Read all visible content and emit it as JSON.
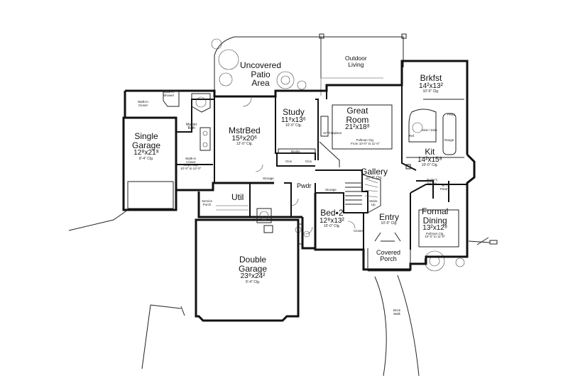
{
  "rooms": {
    "uncovered_patio": {
      "name_line1": "Uncovered",
      "name_line2": "Patio",
      "name_line3": "Area"
    },
    "outdoor_living": {
      "name_line1": "Outdoor",
      "name_line2": "Living"
    },
    "brkfst": {
      "name": "Brkfst",
      "dims": "14²x13²",
      "note": "10'-0\" Clg."
    },
    "great_room": {
      "name_line1": "Great",
      "name_line2": "Room",
      "dims": "21²x18⁸",
      "note1": "Pullman Clg.",
      "note2": "From 10'-0\" to 11'-0\"",
      "fireplace": "42\" Fireplace"
    },
    "study": {
      "name": "Study",
      "dims": "11⁸x13⁶",
      "note": "10'-0\" Clg."
    },
    "mstr_bed": {
      "name": "MstrBed",
      "dims": "15⁸x20⁶",
      "note": "12'-0\" Clg."
    },
    "master_bath": {
      "name_line1": "Master",
      "name_line2": "Bath"
    },
    "walk_in_shower": {
      "name_line1": "Walk-in",
      "name_line2": "Shower"
    },
    "walk_in_closet_top": {
      "name_line1": "Walk-in",
      "name_line2": "Closet"
    },
    "walk_in_closet_bottom": {
      "name_line1": "Walk-in",
      "name_line2": "Closet",
      "note1": "Slope Clg.",
      "note2": "10'-0\" to 12'-0\""
    },
    "single_garage": {
      "name_line1": "Single",
      "name_line2": "Garage",
      "dims": "12⁸x21⁸",
      "note": "8'-4\" Clg."
    },
    "kit": {
      "name": "Kit",
      "dims": "14²x15⁸",
      "note": "10'-0\" Clg."
    },
    "sink_dish": {
      "text": "Sink / Dish"
    },
    "range": {
      "text": "Range"
    },
    "pantry": {
      "text": "Pntry"
    },
    "gallery": {
      "name": "Gallery",
      "note": "10'-0\" Clg."
    },
    "util": {
      "name": "Util"
    },
    "storage_util": {
      "text": "Storage"
    },
    "service_porch": {
      "name_line1": "Service",
      "name_line2": "Porch"
    },
    "pwdr": {
      "name": "Pwdr"
    },
    "storage_stair": {
      "text": "Storage"
    },
    "stairs_up": {
      "name_line1": "Stairs",
      "name_line2": "Up"
    },
    "bed2": {
      "name": "Bed▪2",
      "dims": "12⁸x13²",
      "note": "10'-0\" Clg."
    },
    "closet_bed2": {
      "text": "Closet"
    },
    "entry": {
      "name": "Entry",
      "note": "10'-0\" Clg."
    },
    "butlers_pantry": {
      "name_line1": "Butler's",
      "name_line2": "Pantry"
    },
    "wine_pantry": {
      "name_line1": "W. I.",
      "name_line2": "Pantry"
    },
    "formal_dining": {
      "name_line1": "Formal",
      "name_line2": "Dining",
      "dims": "13²x12⁸",
      "note1": "Pullman Clg.",
      "note2": "10'-0\" to 11'-0\""
    },
    "double_garage": {
      "name_line1": "Double",
      "name_line2": "Garage",
      "dims": "23⁸x24²",
      "note": "9'-4\" Clg."
    },
    "covered_porch": {
      "name_line1": "Covered",
      "name_line2": "Porch"
    },
    "brick_walk": {
      "name_line1": "Brick",
      "name_line2": "Walk"
    },
    "books": {
      "text": "Books"
    },
    "clos_a": {
      "text": "Clos"
    },
    "clos_b": {
      "text": "Clos"
    },
    "ref": {
      "text": "Ref."
    }
  }
}
